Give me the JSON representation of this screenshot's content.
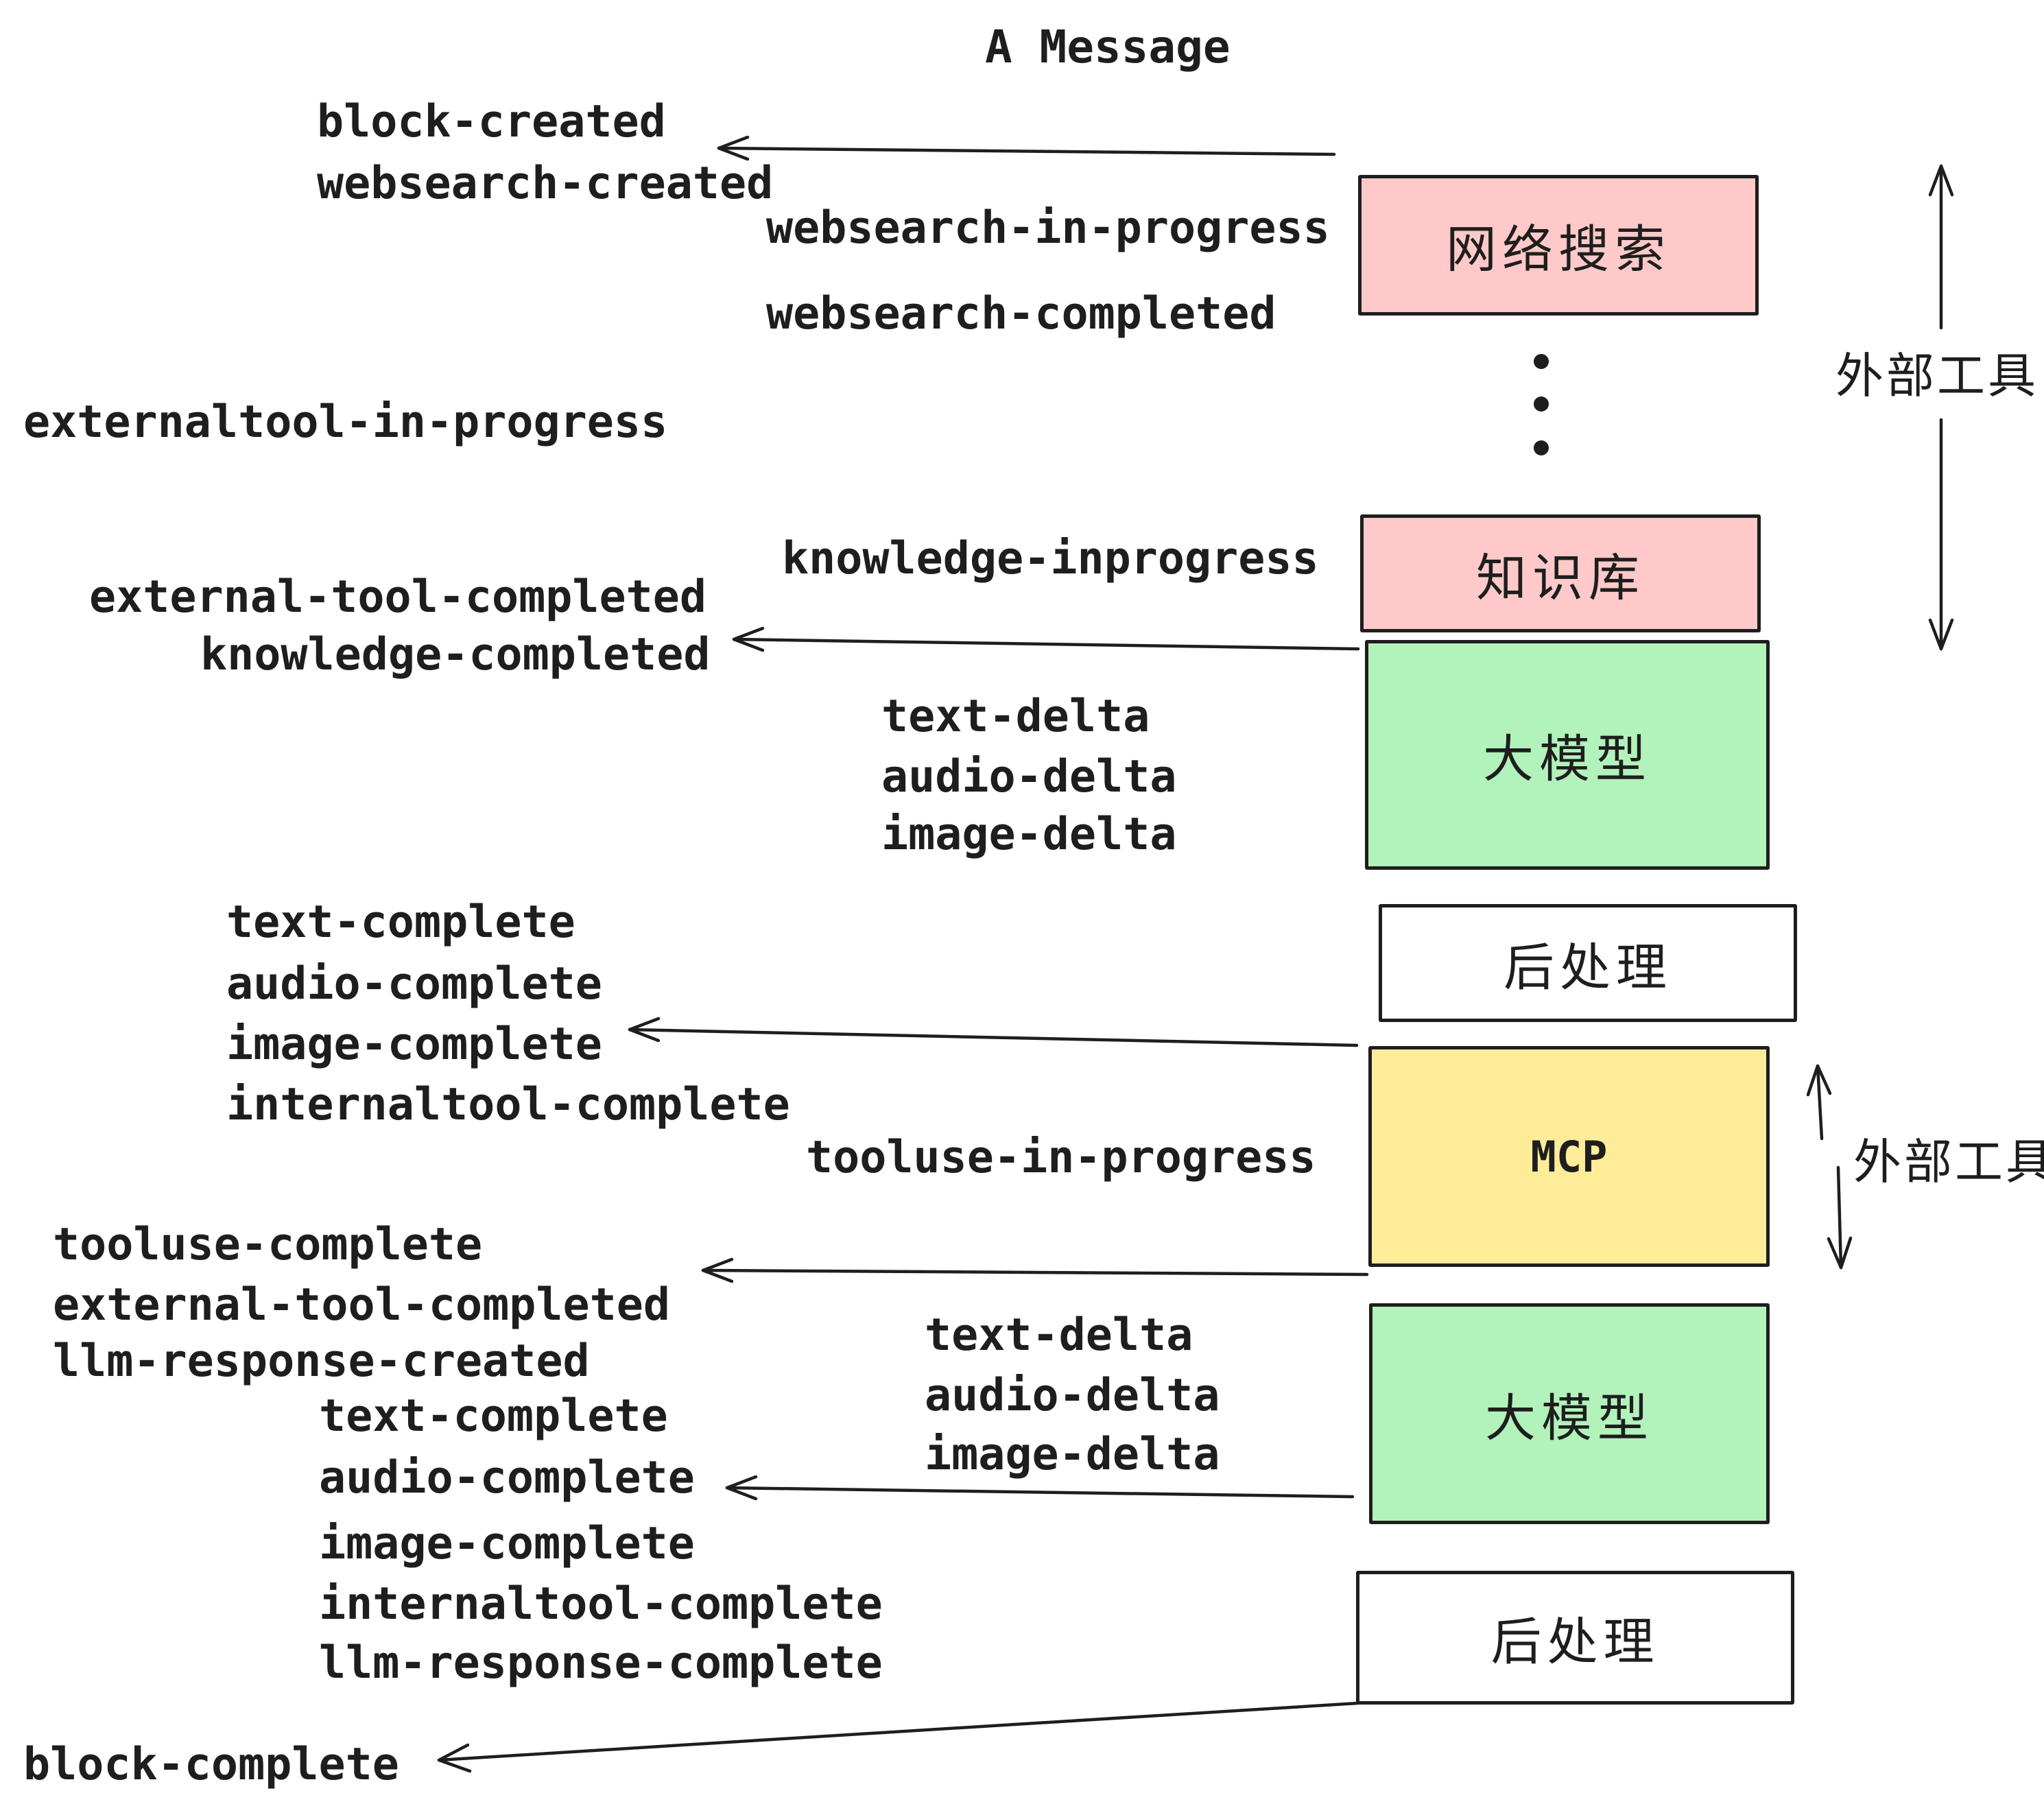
{
  "title": "A Message",
  "palette": {
    "pink": "#ffc9c9",
    "green": "#b2f2bb",
    "yellow": "#ffec99",
    "white": "#ffffff",
    "ink": "#1e1e1e"
  },
  "boxes": {
    "websearch": "网络搜索",
    "knowledge": "知识库",
    "llm1": "大模型",
    "post1": "后处理",
    "mcp": "MCP",
    "llm2": "大模型",
    "post2": "后处理"
  },
  "side_labels": {
    "external_tools_top": "外部工具",
    "external_tools_mid": "外部工具"
  },
  "icons": {
    "ellipsis": "vertical-ellipsis-dots"
  },
  "events": {
    "block_created": "block-created",
    "websearch_created": "websearch-created",
    "websearch_in_progress": "websearch-in-progress",
    "websearch_completed": "websearch-completed",
    "externaltool_in_progress": "externaltool-in-progress",
    "knowledge_inprogress": "knowledge-inprogress",
    "external_tool_completed": "external-tool-completed",
    "knowledge_completed": "knowledge-completed",
    "text_delta": "text-delta",
    "audio_delta": "audio-delta",
    "image_delta": "image-delta",
    "text_complete": "text-complete",
    "audio_complete": "audio-complete",
    "image_complete": "image-complete",
    "internaltool_complete": "internaltool-complete",
    "tooluse_in_progress": "tooluse-in-progress",
    "tooluse_complete": "tooluse-complete",
    "llm_response_created": "llm-response-created",
    "llm_response_complete": "llm-response-complete",
    "block_complete": "block-complete"
  }
}
